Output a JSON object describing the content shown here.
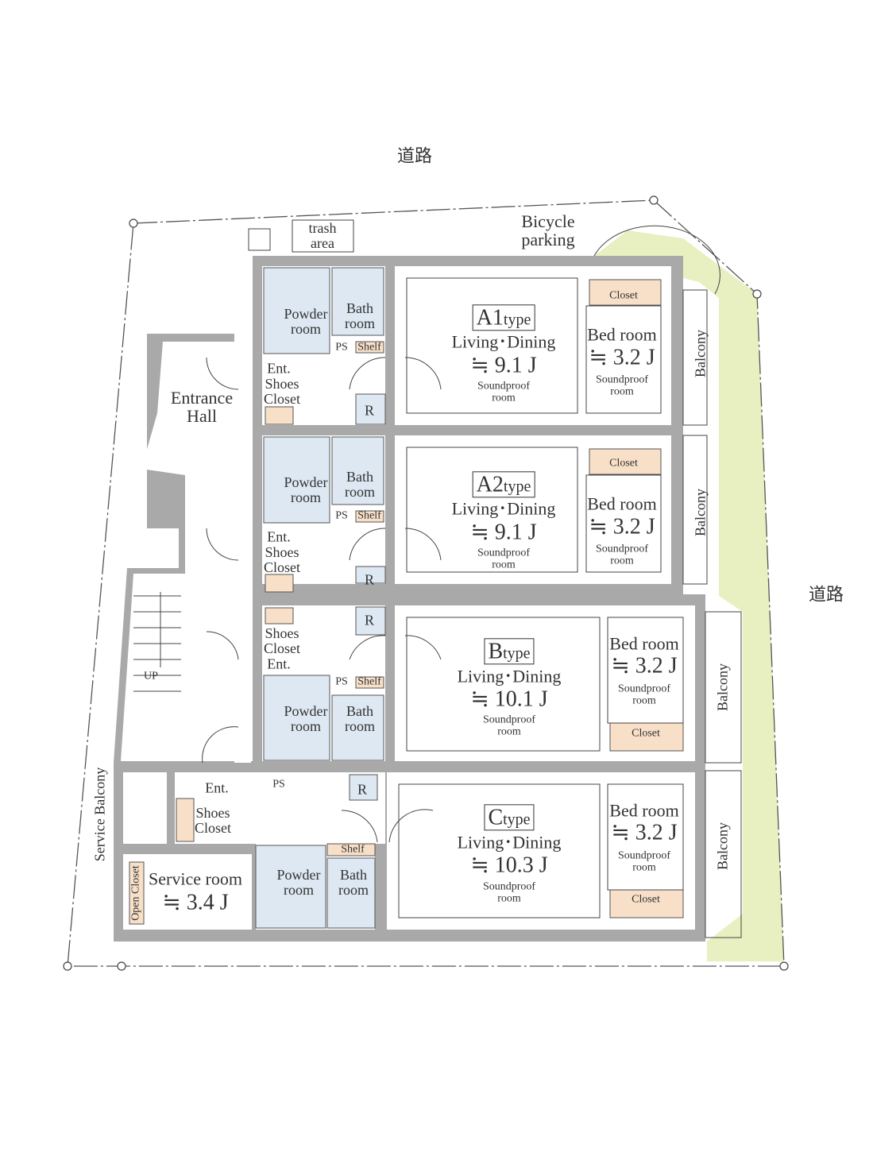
{
  "roads": {
    "top": "道路",
    "right": "道路"
  },
  "common": {
    "trash": "trash\narea",
    "bicycle": "Bicycle\nparking",
    "entrance_hall": "Entrance\nHall",
    "up": "UP",
    "service_balcony": "Service Balcony"
  },
  "units": [
    {
      "type_letter": "A1",
      "type_suffix": "type",
      "living": "Living･Dining",
      "living_size": "≒ 9.1 J",
      "bed": "Bed room",
      "bed_size": "≒ 3.2 J",
      "soundproof": "Soundproof\nroom",
      "closet": "Closet",
      "balcony": "Balcony",
      "powder": "Powder\nroom",
      "bath": "Bath\nroom",
      "ps": "PS",
      "shelf": "Shelf",
      "ent": "Ent.",
      "shoes": "Shoes\nCloset",
      "fridge": "R"
    },
    {
      "type_letter": "A2",
      "type_suffix": "type",
      "living": "Living･Dining",
      "living_size": "≒ 9.1 J",
      "bed": "Bed room",
      "bed_size": "≒ 3.2 J",
      "soundproof": "Soundproof\nroom",
      "closet": "Closet",
      "balcony": "Balcony",
      "powder": "Powder\nroom",
      "bath": "Bath\nroom",
      "ps": "PS",
      "shelf": "Shelf",
      "ent": "Ent.",
      "shoes": "Shoes\nCloset",
      "fridge": "R"
    },
    {
      "type_letter": "B",
      "type_suffix": "type",
      "living": "Living･Dining",
      "living_size": "≒ 10.1 J",
      "bed": "Bed room",
      "bed_size": "≒ 3.2 J",
      "soundproof": "Soundproof\nroom",
      "closet": "Closet",
      "balcony": "Balcony",
      "powder": "Powder\nroom",
      "bath": "Bath\nroom",
      "ps": "PS",
      "shelf": "Shelf",
      "ent": "Ent.",
      "shoes": "Shoes\nCloset",
      "fridge": "R"
    },
    {
      "type_letter": "C",
      "type_suffix": "type",
      "living": "Living･Dining",
      "living_size": "≒ 10.3 J",
      "bed": "Bed room",
      "bed_size": "≒ 3.2 J",
      "soundproof": "Soundproof\nroom",
      "closet": "Closet",
      "balcony": "Balcony",
      "powder": "Powder\nroom",
      "bath": "Bath\nroom",
      "ps": "PS",
      "shelf": "Shelf",
      "ent": "Ent.",
      "shoes": "Shoes\nCloset",
      "fridge": "R",
      "service_room": "Service room",
      "service_size": "≒ 3.4 J",
      "open_closet": "Open Closet"
    }
  ],
  "colors": {
    "wall": "#a9a9a9",
    "wet": "#dde8f2",
    "closet": "#f7dfc8",
    "green": "#e8efc0"
  }
}
